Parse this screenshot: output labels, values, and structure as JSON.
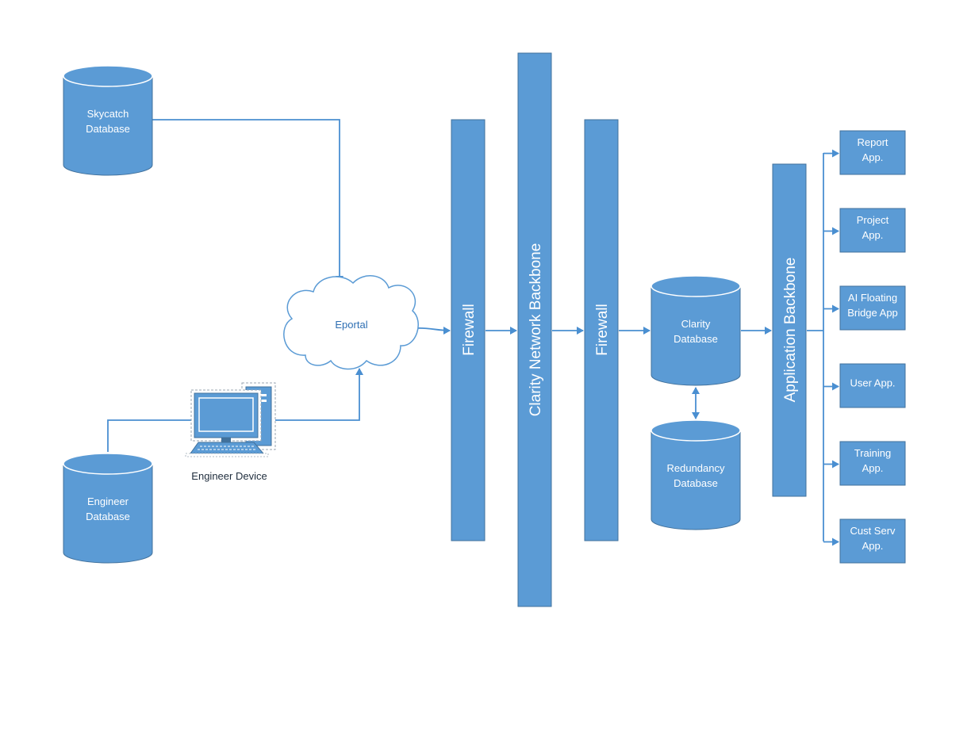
{
  "colors": {
    "fill": "#5b9bd5",
    "stroke": "#41719c",
    "connector": "#4a8fd1",
    "text_light": "#ffffff",
    "cloud_text": "#2e6fb3",
    "device_label": "#1f2d3d"
  },
  "databases": {
    "skycatch": [
      "Skycatch",
      "Database"
    ],
    "engineer": [
      "Engineer",
      "Database"
    ],
    "clarity": [
      "Clarity",
      "Database"
    ],
    "redundancy": [
      "Redundancy",
      "Database"
    ]
  },
  "cloud": {
    "label": "Eportal"
  },
  "device": {
    "label": "Engineer Device",
    "icon": "computer-icon"
  },
  "bars": {
    "firewall_1": "Firewall",
    "network_backbone": "Clarity Network Backbone",
    "firewall_2": "Firewall",
    "application_backbone": "Application Backbone"
  },
  "apps": [
    [
      "Report",
      "App."
    ],
    [
      "Project",
      "App."
    ],
    [
      "AI Floating",
      "Bridge App"
    ],
    [
      "User App."
    ],
    [
      "Training",
      "App."
    ],
    [
      "Cust Serv",
      "App."
    ]
  ]
}
